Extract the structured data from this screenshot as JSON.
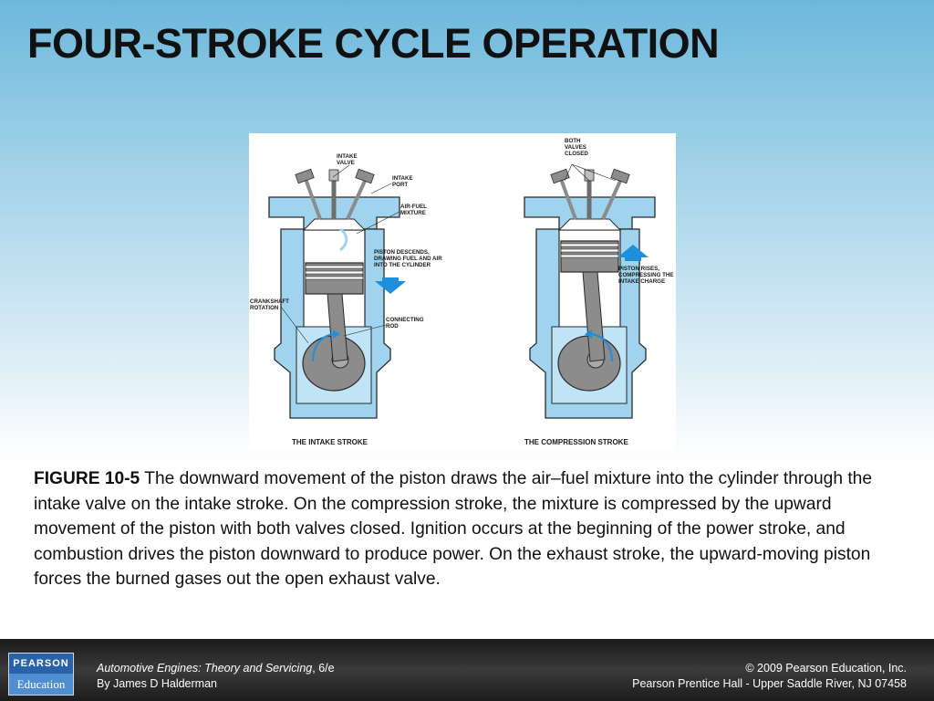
{
  "slide": {
    "title": "FOUR-STROKE CYCLE OPERATION"
  },
  "figure": {
    "left_panel": {
      "caption": "THE INTAKE STROKE",
      "labels": {
        "intake_valve": [
          "INTAKE",
          "VALVE"
        ],
        "intake_port": [
          "INTAKE",
          "PORT"
        ],
        "air_fuel": [
          "AIR-FUEL",
          "MIXTURE"
        ],
        "piston_descends": [
          "PISTON DESCENDS,",
          "DRAWING FUEL AND AIR",
          "INTO THE CYLINDER"
        ],
        "crankshaft": [
          "CRANKSHAFT",
          "ROTATION"
        ],
        "connecting_rod": [
          "CONNECTING",
          "ROD"
        ]
      }
    },
    "right_panel": {
      "caption": "THE COMPRESSION STROKE",
      "labels": {
        "both_valves": [
          "BOTH",
          "VALVES",
          "CLOSED"
        ],
        "piston_rises": [
          "PISTON RISES,",
          "COMPRESSING THE",
          "INTAKE CHARGE"
        ]
      }
    },
    "colors": {
      "coolant_blue": "#9fd3ee",
      "outline": "#2a2a2a",
      "metal_gray": "#8c8c8c",
      "arrow_blue": "#1f8fdc"
    }
  },
  "caption": {
    "figure_number": "FIGURE 10-5",
    "text": "The downward movement of the piston draws the air–fuel mixture into the cylinder through the intake valve on the intake stroke.  On the compression stroke, the mixture is compressed by the upward movement of the piston with both valves closed.  Ignition occurs at the beginning of the power stroke, and combustion drives the piston downward to produce power.  On the exhaust stroke, the upward-moving piston forces the burned gases out the open exhaust valve."
  },
  "footer": {
    "logo_top": "PEARSON",
    "logo_bottom": "Education",
    "book_title": "Automotive Engines: Theory and Servicing",
    "edition": ", 6/e",
    "author": "By James D Halderman",
    "copyright": "© 2009 Pearson Education, Inc.",
    "publisher": "Pearson Prentice Hall - Upper Saddle River, NJ 07458"
  }
}
